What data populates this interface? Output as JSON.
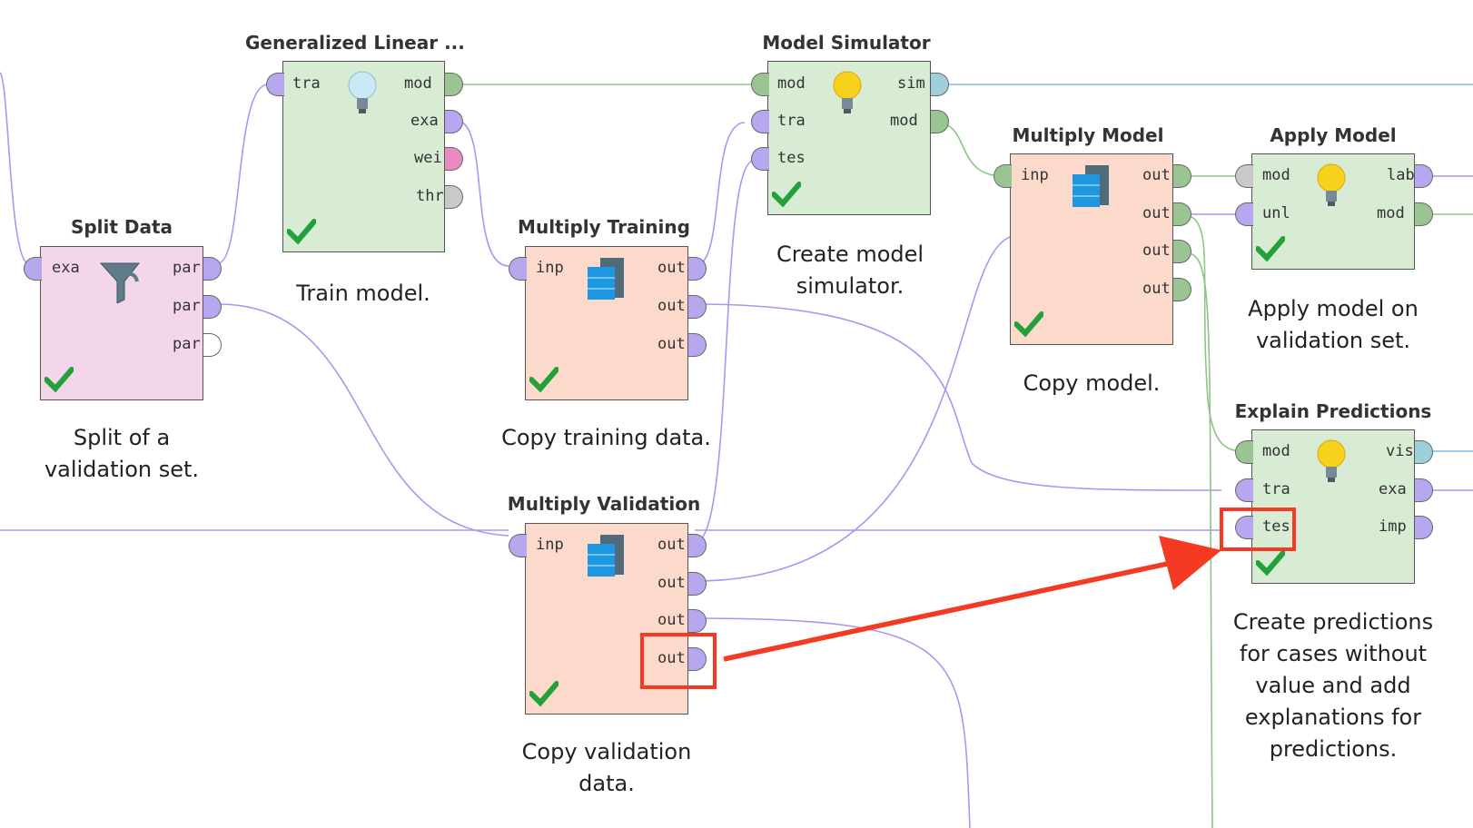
{
  "colors": {
    "operator_green": "#d8ebd3",
    "operator_pink": "#f4d6ea",
    "operator_salmon": "#fbdacb",
    "wire_purple": "#a996f2",
    "wire_green": "#8ec487",
    "wire_blue": "#7cb9e6",
    "highlight_red": "#f43a22"
  },
  "operators": {
    "split_data": {
      "title": "Split Data",
      "caption_line1": "Split of a",
      "caption_line2": "validation set.",
      "in_ports": [
        "exa"
      ],
      "out_ports": [
        "par",
        "par",
        "par"
      ],
      "icon": "funnel-icon"
    },
    "glm": {
      "title": "Generalized Linear ...",
      "caption_line1": "Train model.",
      "in_ports": [
        "tra"
      ],
      "out_ports": [
        "mod",
        "exa",
        "wei",
        "thr"
      ],
      "icon": "lightbulb-icon"
    },
    "multiply_training": {
      "title": "Multiply Training",
      "caption_line1": "Copy training data.",
      "in_ports": [
        "inp"
      ],
      "out_ports": [
        "out",
        "out",
        "out"
      ],
      "icon": "stack-icon"
    },
    "multiply_validation": {
      "title": "Multiply Validation",
      "caption_line1": "Copy validation",
      "caption_line2": "data.",
      "in_ports": [
        "inp"
      ],
      "out_ports": [
        "out",
        "out",
        "out",
        "out"
      ],
      "icon": "stack-icon"
    },
    "model_simulator": {
      "title": "Model Simulator",
      "caption_line1": "Create model",
      "caption_line2": "simulator.",
      "in_ports": [
        "mod",
        "tra",
        "tes"
      ],
      "out_ports": [
        "sim",
        "mod"
      ],
      "icon": "lightbulb-icon"
    },
    "multiply_model": {
      "title": "Multiply Model",
      "caption_line1": "Copy model.",
      "in_ports": [
        "inp"
      ],
      "out_ports": [
        "out",
        "out",
        "out",
        "out"
      ],
      "icon": "stack-icon"
    },
    "apply_model": {
      "title": "Apply Model",
      "caption_line1": "Apply model on",
      "caption_line2": "validation set.",
      "in_ports": [
        "mod",
        "unl"
      ],
      "out_ports": [
        "lab",
        "mod"
      ],
      "icon": "lightbulb-icon"
    },
    "explain_predictions": {
      "title": "Explain Predictions",
      "caption_lines": [
        "Create predictions",
        "for cases without",
        "value and add",
        "explanations for",
        "predictions."
      ],
      "in_ports": [
        "mod",
        "tra",
        "tes"
      ],
      "out_ports": [
        "vis",
        "exa",
        "imp"
      ],
      "icon": "lightbulb-icon"
    }
  },
  "annotation": {
    "highlighted_from": "Multiply Validation out",
    "highlighted_to": "Explain Predictions tes"
  }
}
